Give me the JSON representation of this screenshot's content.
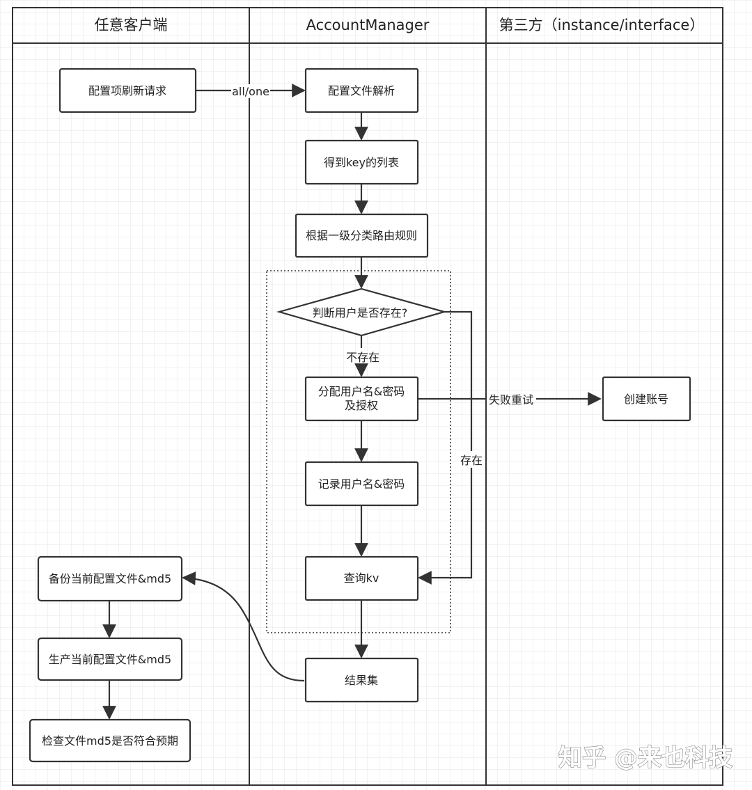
{
  "lanes": [
    {
      "id": "client",
      "title": "任意客户端"
    },
    {
      "id": "manager",
      "title": "AccountManager"
    },
    {
      "id": "third",
      "title": "第三方（instance/interface）"
    }
  ],
  "nodes": {
    "refresh": "配置项刷新请求",
    "parse": "配置文件解析",
    "keylist": "得到key的列表",
    "route": "根据一级分类路由规则",
    "judge": "判断用户是否存在?",
    "alloc_line1": "分配用户名&密码",
    "alloc_line2": "及授权",
    "record": "记录用户名&密码",
    "query": "查询kv",
    "result": "结果集",
    "create": "创建账号",
    "backup": "备份当前配置文件&md5",
    "produce": "生产当前配置文件&md5",
    "check": "检查文件md5是否符合预期"
  },
  "edges": {
    "all_one": "all/one",
    "not_exist": "不存在",
    "exist": "存在",
    "fail_retry": "失败重试"
  },
  "watermark": "知乎 @来也科技",
  "colors": {
    "grid": "#e4e4e4",
    "stroke": "#333333",
    "text": "#222222"
  }
}
